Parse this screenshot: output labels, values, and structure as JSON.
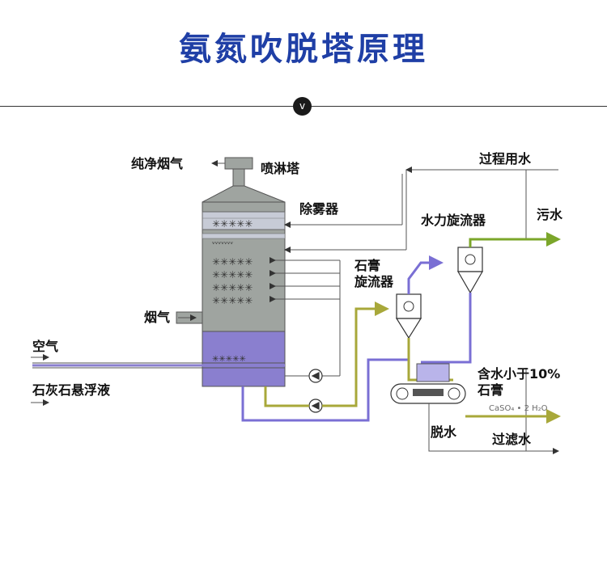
{
  "header": {
    "title": "氨氮吹脱塔原理",
    "divider_badge": "v"
  },
  "diagram": {
    "labels": {
      "clean_gas": "纯净烟气",
      "spray_tower": "喷淋塔",
      "process_water": "过程用水",
      "demister": "除雾器",
      "hydrocyclone": "水力旋流器",
      "wastewater": "污水",
      "gypsum_cyclone_1": "石膏",
      "gypsum_cyclone_2": "旋流器",
      "flue_gas": "烟气",
      "air": "空气",
      "limestone_slurry": "石灰石悬浮液",
      "moisture_note": "含水小于10%",
      "gypsum": "石膏",
      "formula": "CaSO₄ • 2 H₂O",
      "dewatering": "脱水",
      "filtrate": "过滤水"
    },
    "colors": {
      "tower_gray": "#9fa4a0",
      "tower_purple": "#8a7fcf",
      "green_line": "#8db12e",
      "purple_line": "#7a6fd4",
      "olive_line": "#b0b040",
      "title_blue": "#1f3fa6"
    }
  }
}
